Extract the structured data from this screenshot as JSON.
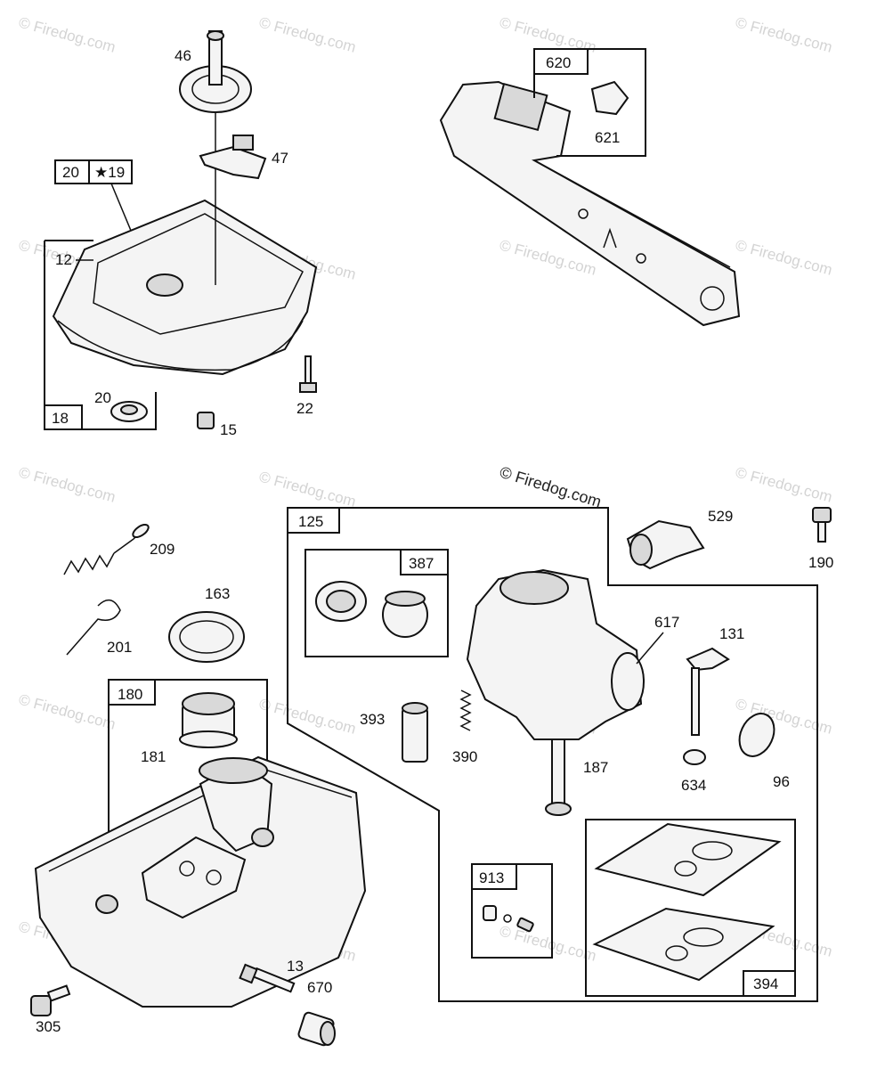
{
  "watermark": "© Firedog.com",
  "callouts": {
    "p46": "46",
    "p47": "47",
    "p20_box": "20",
    "p19_box": "★19",
    "p12": "12",
    "p20": "20",
    "p18": "18",
    "p15": "15",
    "p22": "22",
    "p620": "620",
    "p621": "621",
    "p125": "125",
    "p529": "529",
    "p190": "190",
    "p209": "209",
    "p163": "163",
    "p201": "201",
    "p387": "387",
    "p617": "617",
    "p131": "131",
    "p393": "393",
    "p390": "390",
    "p187": "187",
    "p634": "634",
    "p96": "96",
    "p180": "180",
    "p181": "181",
    "p913": "913",
    "p394": "394",
    "p13": "13",
    "p670": "670",
    "p305": "305"
  }
}
